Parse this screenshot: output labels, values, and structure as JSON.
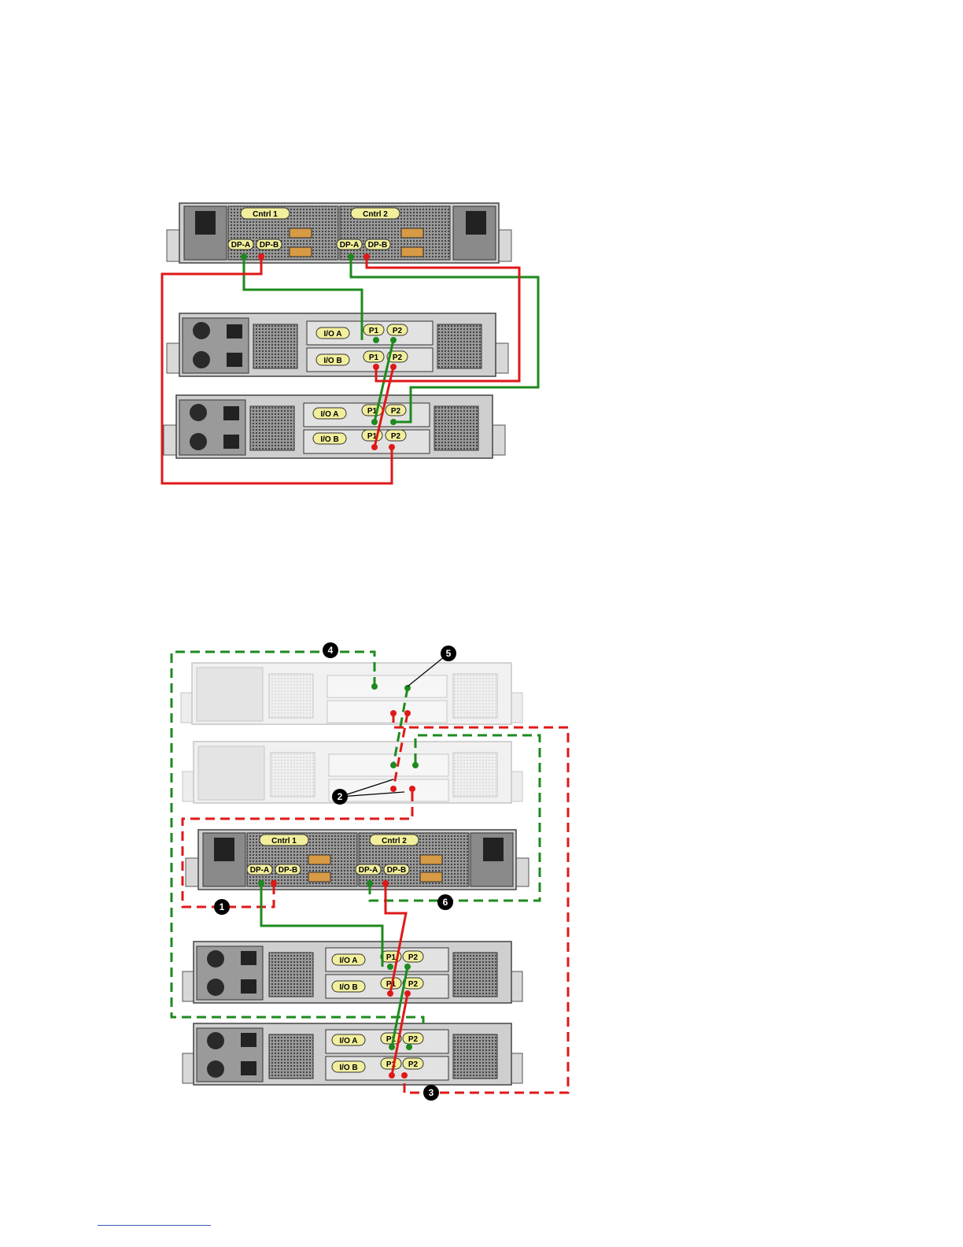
{
  "colors": {
    "path_a": "#1e8a1e",
    "path_b": "#e01818",
    "label_fill": "#f2ef9c",
    "chassis": "#c9c9c9",
    "chassis_dark": "#6b6b6b"
  },
  "figure1": {
    "controller": {
      "ctrl1_label": "Cntrl 1",
      "ctrl2_label": "Cntrl 2",
      "ctrl1_dpa": "DP-A",
      "ctrl1_dpb": "DP-B",
      "ctrl2_dpa": "DP-A",
      "ctrl2_dpb": "DP-B"
    },
    "enclosure1": {
      "ioa": "I/O A",
      "iob": "I/O B",
      "a_p1": "P1",
      "a_p2": "P2",
      "b_p1": "P1",
      "b_p2": "P2"
    },
    "enclosure2": {
      "ioa": "I/O A",
      "iob": "I/O B",
      "a_p1": "P1",
      "a_p2": "P2",
      "b_p1": "P1",
      "b_p2": "P2"
    }
  },
  "figure2": {
    "controller": {
      "ctrl1_label": "Cntrl 1",
      "ctrl2_label": "Cntrl 2",
      "ctrl1_dpa": "DP-A",
      "ctrl1_dpb": "DP-B",
      "ctrl2_dpa": "DP-A",
      "ctrl2_dpb": "DP-B"
    },
    "enclosure1": {
      "ioa": "I/O A",
      "iob": "I/O B",
      "a_p1": "P1",
      "a_p2": "P2",
      "b_p1": "P1",
      "b_p2": "P2"
    },
    "enclosure2": {
      "ioa": "I/O A",
      "iob": "I/O B",
      "a_p1": "P1",
      "a_p2": "P2",
      "b_p1": "P1",
      "b_p2": "P2"
    },
    "callouts": {
      "c1": "1",
      "c2": "2",
      "c3": "3",
      "c4": "4",
      "c5": "5",
      "c6": "6"
    }
  }
}
